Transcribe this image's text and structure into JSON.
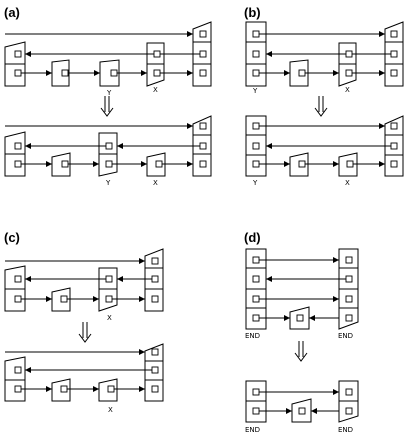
{
  "panels": [
    {
      "key": "a",
      "label": "(a)",
      "labels": [
        "Y",
        "X",
        "Y",
        "X"
      ]
    },
    {
      "key": "b",
      "label": "(b)",
      "labels": [
        "Y",
        "X",
        "Y",
        "X"
      ]
    },
    {
      "key": "c",
      "label": "(c)",
      "labels": [
        "X",
        "X"
      ]
    },
    {
      "key": "d",
      "label": "(d)",
      "labels": [
        "END",
        "END",
        "END",
        "END"
      ]
    }
  ]
}
